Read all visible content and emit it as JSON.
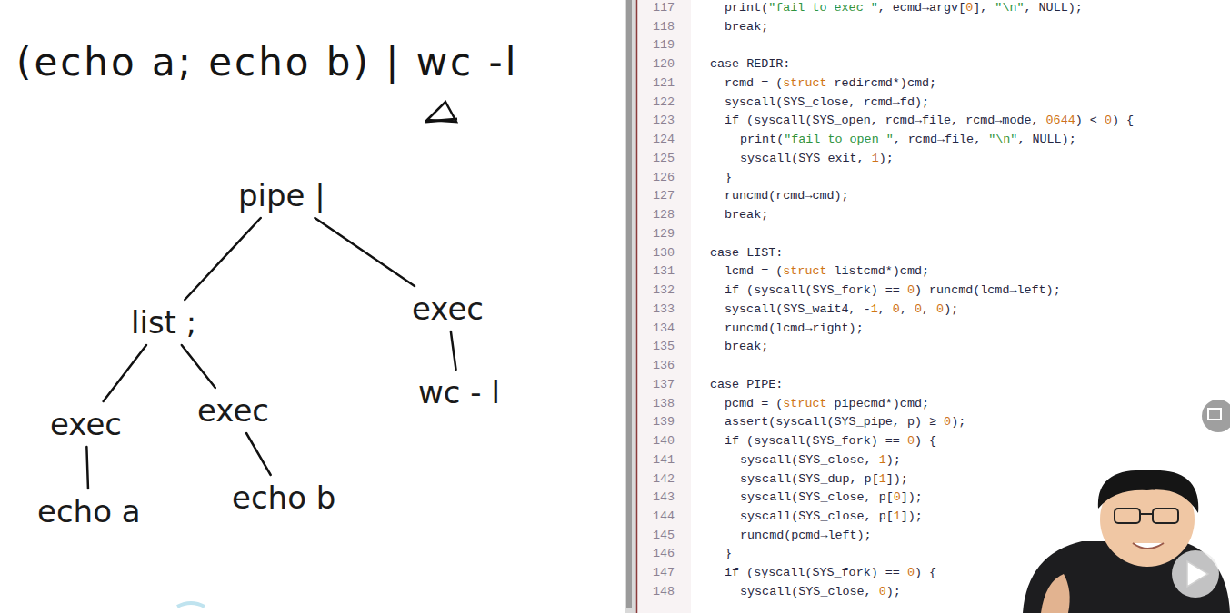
{
  "diagram": {
    "title": "(echo a; echo b) | wc -l",
    "nodes": [
      {
        "text": [
          "pipe |"
        ]
      },
      {
        "text": [
          "list ;"
        ]
      },
      {
        "text": [
          "exec"
        ]
      },
      {
        "text": [
          "wc - l"
        ]
      },
      {
        "text": [
          "exec"
        ]
      },
      {
        "text": [
          "exec"
        ]
      },
      {
        "text": [
          "echo a"
        ]
      },
      {
        "text": [
          "echo b"
        ]
      }
    ],
    "edges": [
      {
        "from": 0,
        "to": 1,
        "arrow": "none"
      },
      {
        "from": 0,
        "to": 2,
        "arrow": "none"
      },
      {
        "from": 1,
        "to": 4,
        "arrow": "none"
      },
      {
        "from": 1,
        "to": 5,
        "arrow": "none"
      },
      {
        "from": 2,
        "to": 3,
        "arrow": "none"
      },
      {
        "from": 4,
        "to": 6,
        "arrow": "none"
      },
      {
        "from": 5,
        "to": 7,
        "arrow": "none"
      }
    ],
    "labels": [
      "117",
      "print(\"fail to exec \", ecmd→argv[0], \"\\n\", NULL);",
      "118",
      "break;",
      "119",
      "120",
      "case REDIR:",
      "121",
      "rcmd = (struct redircmd*)cmd;",
      "122",
      "syscall(SYS_close, rcmd→fd);",
      "123",
      "if (syscall(SYS_open, rcmd→file, rcmd→mode, 0644) < 0) {",
      "124",
      "print(\"fail to open \", rcmd→file, \"\\n\", NULL);",
      "125",
      "syscall(SYS_exit, 1);",
      "126",
      "}",
      "127",
      "runcmd(rcmd→cmd);",
      "128",
      "break;",
      "129",
      "130",
      "case LIST:",
      "131",
      "lcmd = (struct listcmd*)cmd;",
      "132",
      "if (syscall(SYS_fork) == 0) runcmd(lcmd→left);",
      "133",
      "syscall(SYS_wait4, -1, 0, 0, 0);",
      "134",
      "runcmd(lcmd→right);",
      "135",
      "break;",
      "136",
      "137",
      "case PIPE:",
      "138",
      "pcmd = (struct pipecmd*)cmd;",
      "139",
      "assert(syscall(SYS_pipe, p) ≥ 0);",
      "140",
      "if (syscall(SYS_fork) == 0) {",
      "141",
      "syscall(SYS_close, 1);",
      "142",
      "syscall(SYS_dup, p[1]);",
      "143",
      "syscall(SYS_close, p[0]);",
      "144",
      "syscall(SYS_close, p[1]);",
      "145",
      "runcmd(pcmd→left);",
      "146",
      "}",
      "147",
      "if (syscall(SYS_fork) == 0) {",
      "148",
      "syscall(SYS_close, 0);"
    ]
  }
}
